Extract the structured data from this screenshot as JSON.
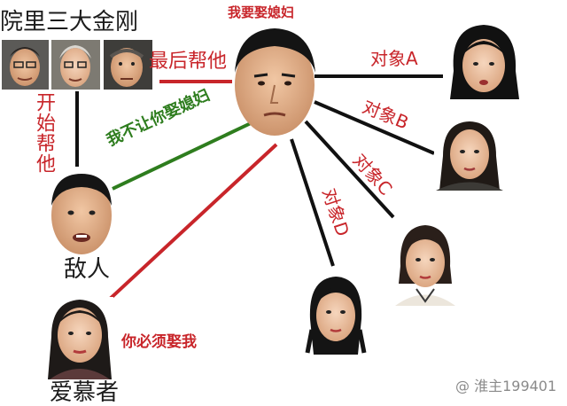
{
  "nodes": {
    "courtyard_trio": {
      "label": "院里三大金刚"
    },
    "protagonist": {
      "label": "我要娶媳妇"
    },
    "enemy": {
      "label": "敌人"
    },
    "admirer": {
      "label": "爱慕者"
    },
    "target_a": {
      "label": ""
    },
    "target_b": {
      "label": ""
    },
    "target_c": {
      "label": ""
    },
    "target_d": {
      "label": ""
    }
  },
  "edges": {
    "trio_to_protagonist": "最后帮他",
    "trio_to_enemy": "开始帮他",
    "enemy_to_protagonist": "我不让你娶媳妇",
    "admirer_to_protagonist": "你必须娶我",
    "to_target_a": "对象A",
    "to_target_b": "对象B",
    "to_target_c": "对象C",
    "to_target_d": "对象D"
  },
  "colors": {
    "relation_red": "#c8252a",
    "relation_green": "#2e7d1e",
    "line_black": "#111111"
  },
  "watermark": "@ 淮主199401"
}
